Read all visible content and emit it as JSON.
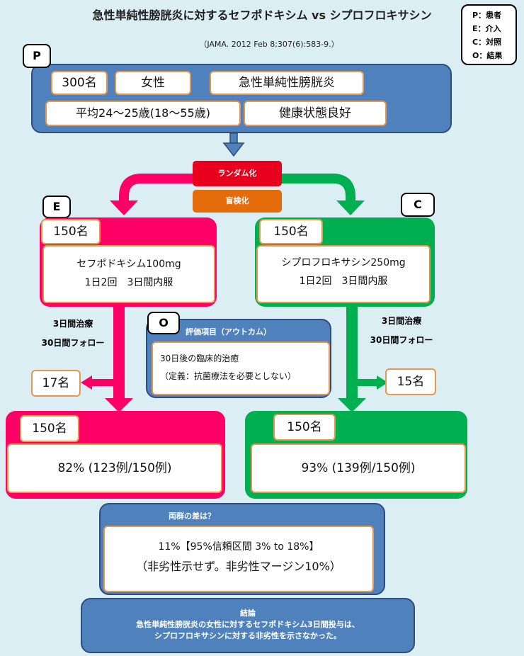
{
  "header": {
    "title": "急性単純性膀胱炎に対するセフポドキシム vs シプロフロキサシン",
    "citation": "（JAMA. 2012 Feb 8;307(6):583-9.）"
  },
  "legend": {
    "items": [
      "P：患者",
      "E：介入",
      "C：対照",
      "O：結果"
    ]
  },
  "patients": {
    "tag": "P",
    "count": "300名",
    "sex": "女性",
    "condition": "急性単純性膀胱炎",
    "age": "平均24〜25歳(18〜55歳)",
    "health": "健康状態良好"
  },
  "randomization": {
    "label": "ランダム化",
    "blinding": "盲検化"
  },
  "intervention": {
    "tag": "E",
    "count": "150名",
    "drug": "セフポドキシム100mg",
    "dosing": "1日2回　3日間内服",
    "follow_line1": "3日間治療",
    "follow_line2": "30日間フォロー",
    "dropout": "17名",
    "final_count": "150名",
    "result": "82% (123例/150例)"
  },
  "control": {
    "tag": "C",
    "count": "150名",
    "drug": "シプロフロキサシン250mg",
    "dosing": "1日2回　3日間内服",
    "follow_line1": "3日間治療",
    "follow_line2": "30日間フォロー",
    "dropout": "15名",
    "final_count": "150名",
    "result": "93% (139例/150例)"
  },
  "outcome": {
    "tag": "O",
    "heading": "評価項目（アウトカム）",
    "line1": "30日後の臨床的治癒",
    "line2": "（定義：抗菌療法を必要としない）"
  },
  "difference": {
    "heading": "両群の差は？",
    "line1": "11%【95%信頼区間 3% to 18%】",
    "line2": "（非劣性示せず。非劣性マージン10%）"
  },
  "conclusion": {
    "heading": "結論",
    "line1": "急性単純性膀胱炎の女性に対するセフポドキシム3日間投与は、",
    "line2": "シプロフロキサシンに対する非劣性を示さなかった。"
  },
  "colors": {
    "background": "#dbeef4",
    "panel_blue": "#4f81bd",
    "intervention_pink": "#ff0066",
    "control_green": "#00b050",
    "randomization_red": "#e8001c",
    "blinding_orange": "#e46c0a",
    "chip_border": "#e8954e"
  }
}
